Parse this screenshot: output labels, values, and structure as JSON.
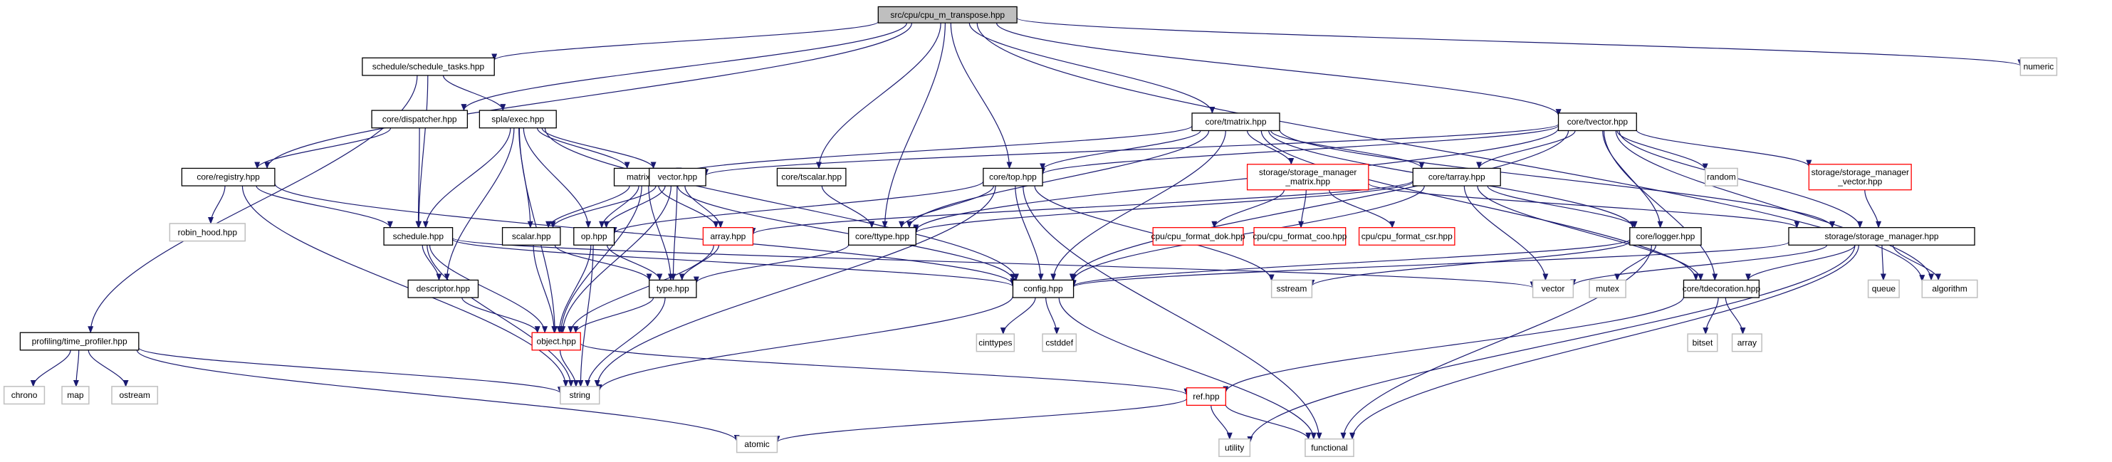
{
  "title": "src/cpu/cpu_m_transpose.hpp include dependency graph",
  "colors": {
    "edge": "#191970",
    "root_fill": "#bfbfbf",
    "root_border": "#000000",
    "documented_border": "#000000",
    "truncated_border": "#ff0000",
    "external_border": "#bfbfbf"
  },
  "nodes": [
    {
      "id": "root",
      "label": "src/cpu/cpu_m_transpose.hpp",
      "kind": "root"
    },
    {
      "id": "schedule_tasks",
      "label": "schedule/schedule_tasks.hpp",
      "kind": "documented"
    },
    {
      "id": "dispatcher",
      "label": "core/dispatcher.hpp",
      "kind": "documented"
    },
    {
      "id": "exec",
      "label": "spla/exec.hpp",
      "kind": "documented"
    },
    {
      "id": "registry",
      "label": "core/registry.hpp",
      "kind": "documented"
    },
    {
      "id": "robin_hood",
      "label": "robin_hood.hpp",
      "kind": "external"
    },
    {
      "id": "schedule",
      "label": "schedule.hpp",
      "kind": "documented"
    },
    {
      "id": "descriptor",
      "label": "descriptor.hpp",
      "kind": "documented"
    },
    {
      "id": "matrix",
      "label": "matrix.hpp",
      "kind": "documented"
    },
    {
      "id": "vector_hpp",
      "label": "vector.hpp",
      "kind": "documented"
    },
    {
      "id": "scalar",
      "label": "scalar.hpp",
      "kind": "documented"
    },
    {
      "id": "op",
      "label": "op.hpp",
      "kind": "documented"
    },
    {
      "id": "array_hpp",
      "label": "array.hpp",
      "kind": "truncated"
    },
    {
      "id": "type",
      "label": "type.hpp",
      "kind": "documented"
    },
    {
      "id": "object",
      "label": "object.hpp",
      "kind": "truncated"
    },
    {
      "id": "string",
      "label": "string",
      "kind": "external"
    },
    {
      "id": "time_profiler",
      "label": "profiling/time_profiler.hpp",
      "kind": "documented"
    },
    {
      "id": "chrono",
      "label": "chrono",
      "kind": "external"
    },
    {
      "id": "map",
      "label": "map",
      "kind": "external"
    },
    {
      "id": "ostream",
      "label": "ostream",
      "kind": "external"
    },
    {
      "id": "tscalar",
      "label": "core/tscalar.hpp",
      "kind": "documented"
    },
    {
      "id": "ttype",
      "label": "core/ttype.hpp",
      "kind": "documented"
    },
    {
      "id": "top",
      "label": "core/top.hpp",
      "kind": "documented"
    },
    {
      "id": "tmatrix",
      "label": "core/tmatrix.hpp",
      "kind": "documented"
    },
    {
      "id": "sm_matrix",
      "label": "storage/storage_manager\n_matrix.hpp",
      "kind": "truncated"
    },
    {
      "id": "fmt_dok",
      "label": "cpu/cpu_format_dok.hpp",
      "kind": "truncated"
    },
    {
      "id": "fmt_coo",
      "label": "cpu/cpu_format_coo.hpp",
      "kind": "truncated"
    },
    {
      "id": "fmt_csr",
      "label": "cpu/cpu_format_csr.hpp",
      "kind": "truncated"
    },
    {
      "id": "tarray",
      "label": "core/tarray.hpp",
      "kind": "documented"
    },
    {
      "id": "config",
      "label": "config.hpp",
      "kind": "documented"
    },
    {
      "id": "cinttypes",
      "label": "cinttypes",
      "kind": "external"
    },
    {
      "id": "cstddef",
      "label": "cstddef",
      "kind": "external"
    },
    {
      "id": "ref",
      "label": "ref.hpp",
      "kind": "truncated"
    },
    {
      "id": "atomic",
      "label": "atomic",
      "kind": "external"
    },
    {
      "id": "utility",
      "label": "utility",
      "kind": "external"
    },
    {
      "id": "functional",
      "label": "functional",
      "kind": "external"
    },
    {
      "id": "sstream",
      "label": "sstream",
      "kind": "external"
    },
    {
      "id": "tvector",
      "label": "core/tvector.hpp",
      "kind": "documented"
    },
    {
      "id": "random",
      "label": "random",
      "kind": "external"
    },
    {
      "id": "sm_vector",
      "label": "storage/storage_manager\n_vector.hpp",
      "kind": "truncated"
    },
    {
      "id": "logger",
      "label": "core/logger.hpp",
      "kind": "documented"
    },
    {
      "id": "storage_manager",
      "label": "storage/storage_manager.hpp",
      "kind": "documented"
    },
    {
      "id": "vector_std",
      "label": "vector",
      "kind": "external"
    },
    {
      "id": "mutex",
      "label": "mutex",
      "kind": "external"
    },
    {
      "id": "tdecoration",
      "label": "core/tdecoration.hpp",
      "kind": "documented"
    },
    {
      "id": "bitset",
      "label": "bitset",
      "kind": "external"
    },
    {
      "id": "array_std",
      "label": "array",
      "kind": "external"
    },
    {
      "id": "queue",
      "label": "queue",
      "kind": "external"
    },
    {
      "id": "algorithm",
      "label": "algorithm",
      "kind": "external"
    },
    {
      "id": "numeric",
      "label": "numeric",
      "kind": "external"
    }
  ],
  "edges": [
    [
      "root",
      "schedule_tasks"
    ],
    [
      "root",
      "registry"
    ],
    [
      "root",
      "dispatcher"
    ],
    [
      "root",
      "tscalar"
    ],
    [
      "root",
      "ttype"
    ],
    [
      "root",
      "top"
    ],
    [
      "root",
      "tmatrix"
    ],
    [
      "root",
      "tvector"
    ],
    [
      "root",
      "numeric"
    ],
    [
      "root",
      "algorithm"
    ],
    [
      "schedule_tasks",
      "exec"
    ],
    [
      "schedule_tasks",
      "schedule"
    ],
    [
      "schedule_tasks",
      "time_profiler"
    ],
    [
      "dispatcher",
      "registry"
    ],
    [
      "dispatcher",
      "schedule"
    ],
    [
      "exec",
      "matrix"
    ],
    [
      "exec",
      "vector_hpp"
    ],
    [
      "exec",
      "scalar"
    ],
    [
      "exec",
      "op"
    ],
    [
      "exec",
      "schedule"
    ],
    [
      "exec",
      "descriptor"
    ],
    [
      "exec",
      "config"
    ],
    [
      "exec",
      "object"
    ],
    [
      "registry",
      "robin_hood"
    ],
    [
      "registry",
      "schedule"
    ],
    [
      "registry",
      "config"
    ],
    [
      "registry",
      "string"
    ],
    [
      "schedule",
      "descriptor"
    ],
    [
      "schedule",
      "object"
    ],
    [
      "schedule",
      "config"
    ],
    [
      "schedule",
      "string"
    ],
    [
      "schedule",
      "vector_std"
    ],
    [
      "descriptor",
      "object"
    ],
    [
      "matrix",
      "op"
    ],
    [
      "matrix",
      "scalar"
    ],
    [
      "matrix",
      "array_hpp"
    ],
    [
      "matrix",
      "type"
    ],
    [
      "matrix",
      "object"
    ],
    [
      "matrix",
      "config"
    ],
    [
      "vector_hpp",
      "op"
    ],
    [
      "vector_hpp",
      "scalar"
    ],
    [
      "vector_hpp",
      "array_hpp"
    ],
    [
      "vector_hpp",
      "type"
    ],
    [
      "vector_hpp",
      "object"
    ],
    [
      "scalar",
      "type"
    ],
    [
      "scalar",
      "object"
    ],
    [
      "op",
      "type"
    ],
    [
      "op",
      "object"
    ],
    [
      "op",
      "string"
    ],
    [
      "array_hpp",
      "type"
    ],
    [
      "array_hpp",
      "object"
    ],
    [
      "type",
      "object"
    ],
    [
      "type",
      "string"
    ],
    [
      "object",
      "string"
    ],
    [
      "object",
      "ref"
    ],
    [
      "time_profiler",
      "chrono"
    ],
    [
      "time_profiler",
      "map"
    ],
    [
      "time_profiler",
      "ostream"
    ],
    [
      "time_profiler",
      "string"
    ],
    [
      "time_profiler",
      "atomic"
    ],
    [
      "tscalar",
      "ttype"
    ],
    [
      "ttype",
      "type"
    ],
    [
      "top",
      "op"
    ],
    [
      "top",
      "ttype"
    ],
    [
      "top",
      "config"
    ],
    [
      "top",
      "string"
    ],
    [
      "top",
      "sstream"
    ],
    [
      "top",
      "functional"
    ],
    [
      "tmatrix",
      "matrix"
    ],
    [
      "tmatrix",
      "top"
    ],
    [
      "tmatrix",
      "ttype"
    ],
    [
      "tmatrix",
      "sm_matrix"
    ],
    [
      "tmatrix",
      "tarray"
    ],
    [
      "tmatrix",
      "config"
    ],
    [
      "tmatrix",
      "logger"
    ],
    [
      "tmatrix",
      "tdecoration"
    ],
    [
      "tmatrix",
      "storage_manager"
    ],
    [
      "sm_matrix",
      "fmt_dok"
    ],
    [
      "sm_matrix",
      "fmt_coo"
    ],
    [
      "sm_matrix",
      "fmt_csr"
    ],
    [
      "sm_matrix",
      "storage_manager"
    ],
    [
      "tarray",
      "array_hpp"
    ],
    [
      "tarray",
      "ttype"
    ],
    [
      "tarray",
      "logger"
    ],
    [
      "tarray",
      "config"
    ],
    [
      "tarray",
      "tdecoration"
    ],
    [
      "tarray",
      "vector_std"
    ],
    [
      "config",
      "cinttypes"
    ],
    [
      "config",
      "cstddef"
    ],
    [
      "config",
      "string"
    ],
    [
      "config",
      "functional"
    ],
    [
      "ref",
      "atomic"
    ],
    [
      "ref",
      "utility"
    ],
    [
      "ref",
      "functional"
    ],
    [
      "tvector",
      "vector_hpp"
    ],
    [
      "tvector",
      "top"
    ],
    [
      "tvector",
      "ttype"
    ],
    [
      "tvector",
      "tarray"
    ],
    [
      "tvector",
      "random"
    ],
    [
      "tvector",
      "sm_vector"
    ],
    [
      "tvector",
      "logger"
    ],
    [
      "tvector",
      "storage_manager"
    ],
    [
      "tvector",
      "config"
    ],
    [
      "tvector",
      "tdecoration"
    ],
    [
      "tvector",
      "algorithm"
    ],
    [
      "sm_vector",
      "storage_manager"
    ],
    [
      "logger",
      "config"
    ],
    [
      "logger",
      "mutex"
    ],
    [
      "logger",
      "sstream"
    ],
    [
      "logger",
      "functional"
    ],
    [
      "storage_manager",
      "config"
    ],
    [
      "storage_manager",
      "tdecoration"
    ],
    [
      "storage_manager",
      "queue"
    ],
    [
      "storage_manager",
      "algorithm"
    ],
    [
      "storage_manager",
      "vector_std"
    ],
    [
      "storage_manager",
      "functional"
    ],
    [
      "storage_manager",
      "utility"
    ],
    [
      "tdecoration",
      "bitset"
    ],
    [
      "tdecoration",
      "array_std"
    ],
    [
      "tdecoration",
      "ref"
    ]
  ]
}
